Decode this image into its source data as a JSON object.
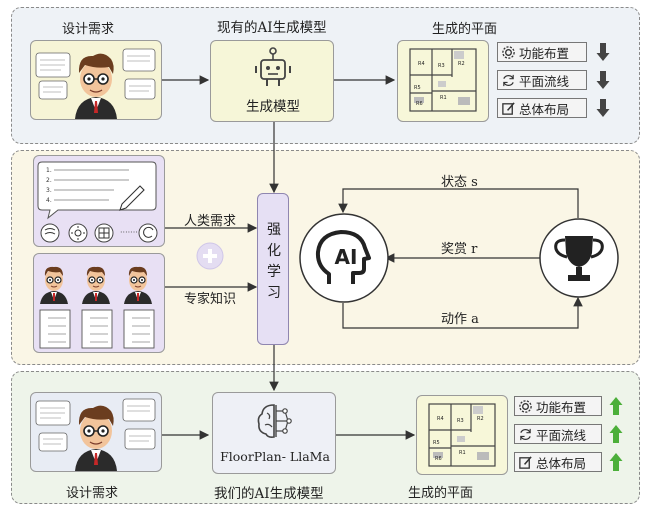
{
  "top": {
    "req_label": "设计需求",
    "model_title": "现有的AI生成模型",
    "model_inner": "生成模型",
    "plan_title": "生成的平面",
    "metrics": [
      "功能布置",
      "平面流线",
      "总体布局"
    ],
    "trend": "down",
    "trend_color": "#444444"
  },
  "middle": {
    "human_req": "人类需求",
    "expert": "专家知识",
    "rl": [
      "强",
      "化",
      "学",
      "习"
    ],
    "state": "状态 s",
    "reward": "奖赏 r",
    "action": "动作 a",
    "ai_text": "AI",
    "list_nums": [
      "1.",
      "2.",
      "3.",
      "4."
    ],
    "ellipsis": "·······"
  },
  "bottom": {
    "req_label": "设计需求",
    "model_inner": "FloorPlan- LlaMa",
    "model_title": "我们的AI生成模型",
    "plan_title": "生成的平面",
    "metrics": [
      "功能布置",
      "平面流线",
      "总体布局"
    ],
    "trend": "up",
    "trend_color": "#4caf3a"
  },
  "colors": {
    "top_bg": "#eef2f6",
    "mid_bg": "#faf6e6",
    "bot_bg": "#eef4ea",
    "model_box": "#f6f6d8",
    "rl_box": "#e6e0f4",
    "req_box": "#e8e0f4"
  }
}
